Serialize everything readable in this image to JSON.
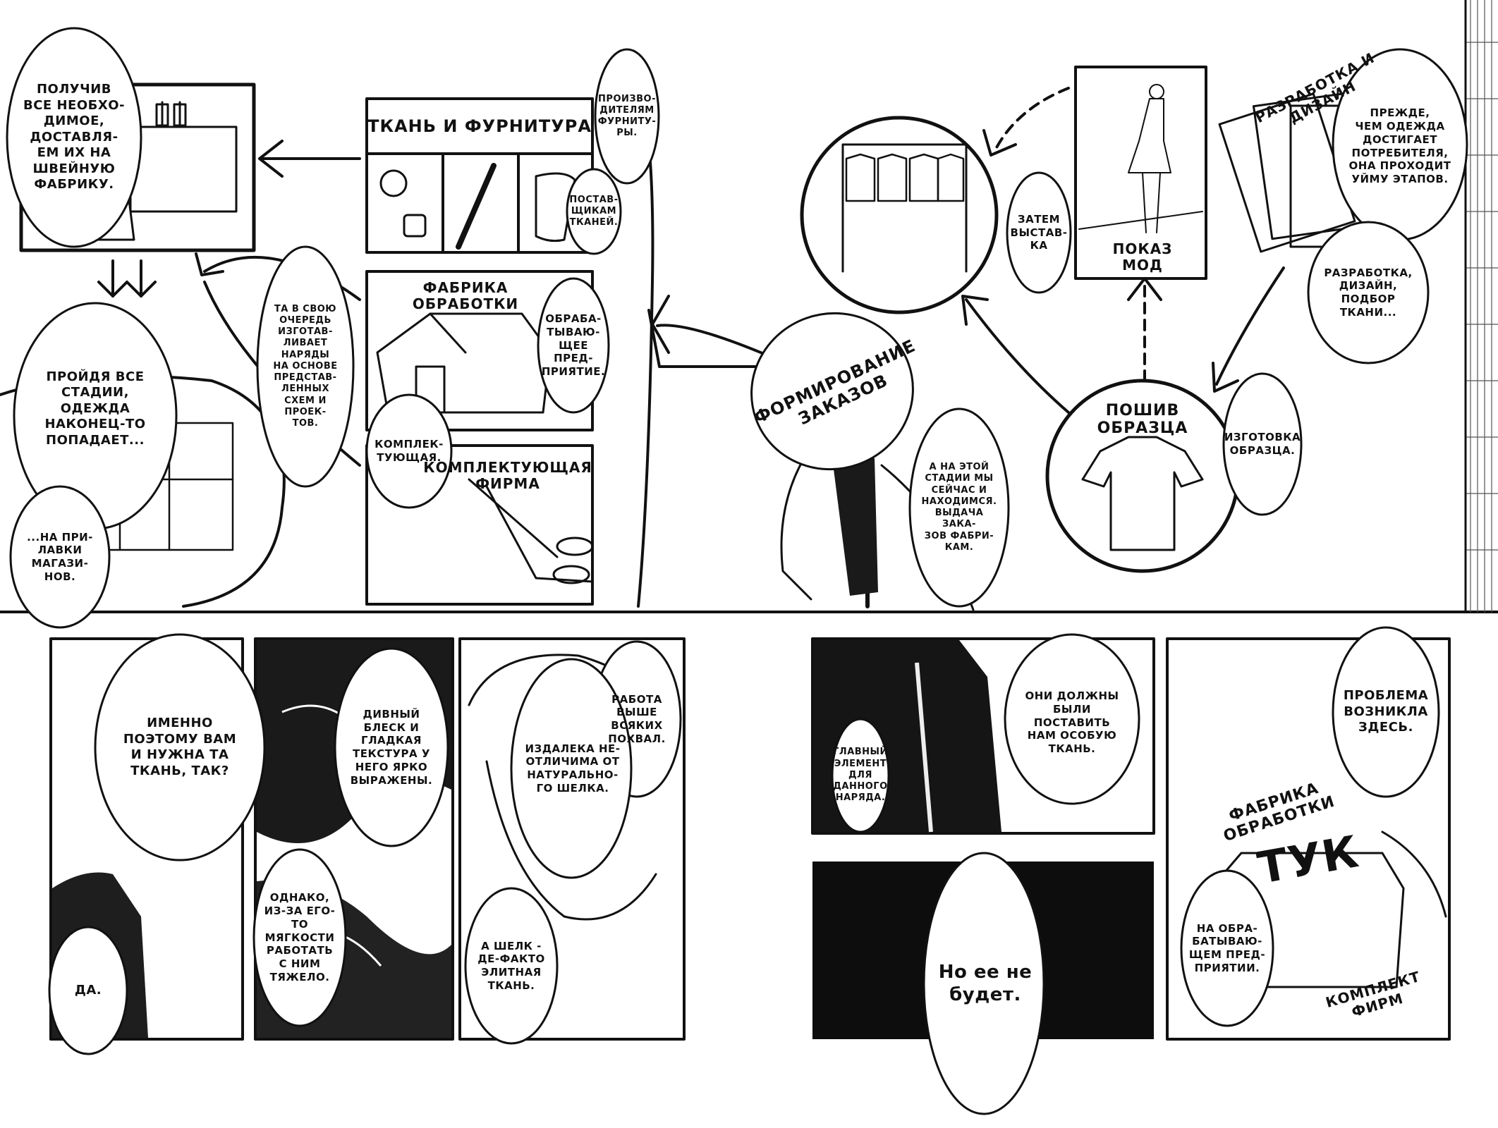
{
  "diagram": {
    "boxes": {
      "fabric_trim": "ТКАНЬ И ФУРНИТУРА",
      "processing_factory": "ФАБРИКА ОБРАБОТКИ",
      "component_firm": "КОМПЛЕКТУЮЩАЯ\nФИРМА",
      "fashion_show": "ПОКАЗ МОД",
      "dev_design": "РАЗРАБОТКА И ДИЗАЙН",
      "order_forming": "ФОРМИРОВАНИЕ\nЗАКАЗОВ",
      "sample_sewing": "ПОШИВ\nОБРАЗЦА"
    },
    "bubbles": {
      "having_received": "ПОЛУЧИВ\nВСЕ НЕОБХО-\nДИМОЕ,\nДОСТАВЛЯ-\nЕМ ИХ НА\nШВЕЙНУЮ\nФАБРИКУ.",
      "manufacturers_trim": "ПРОИЗВО-\nДИТЕЛЯМ\nФУРНИТУ-\nРЫ.",
      "fabric_suppliers": "ПОСТАВ-\nЩИКАМ\nТКАНЕЙ.",
      "passing_stages": "ПРОЙДЯ ВСЕ\nСТАДИИ, ОДЕЖДА\nНАКОНЕЦ-ТО\nПОПАДАЕТ...",
      "on_shelves": "...НА ПРИ-\nЛАВКИ\nМАГАЗИ-\nНОВ.",
      "in_turn": "ТА В СВОЮ\nОЧЕРЕДЬ\nИЗГОТАВ-\nЛИВАЕТ\nНАРЯДЫ\nНА ОСНОВЕ\nПРЕДСТАВ-\nЛЕННЫХ\nСХЕМ И\nПРОЕК-\nТОВ.",
      "processing_enterprise": "ОБРАБА-\nТЫВАЮ-\nЩЕЕ ПРЕД-\nПРИЯТИЕ.",
      "component": "КОМПЛЕК-\nТУЮЩАЯ.",
      "then_exhibition": "ЗАТЕМ\nВЫСТАВ-\nКА",
      "before_clothes": "ПРЕЖДЕ,\nЧЕМ ОДЕЖДА\nДОСТИГАЕТ\nПОТРЕБИТЕЛЯ,\nОНА ПРОХОДИТ\nУЙМУ ЭТАПОВ.",
      "development": "РАЗРАБОТКА,\nДИЗАЙН,\nПОДБОР\nТКАНИ...",
      "this_stage": "А НА ЭТОЙ\nСТАДИИ МЫ\nСЕЙЧАС И\nНАХОДИМСЯ.\nВЫДАЧА ЗАКА-\nЗОВ ФАБРИ-\nКАМ.",
      "sample_making": "ИЗГОТОВКА\nОБРАЗЦА."
    }
  },
  "panels": {
    "p1_bubble": "ИМЕННО\nПОЭТОМУ ВАМ\nИ НУЖНА ТА\nТКАНЬ, ТАК?",
    "p1_reply": "ДА.",
    "p2_top": "ДИВНЫЙ\nБЛЕСК И\nГЛАДКАЯ\nТЕКСТУРА У\nНЕГО ЯРКО\nВЫРАЖЕНЫ.",
    "p2_bottom": "ОДНАКО,\nИЗ-ЗА ЕГО-ТО\nМЯГКОСТИ\nРАБОТАТЬ\nС НИМ\nТЯЖЕЛО.",
    "p3_praise": "РАБОТА\nВЫШЕ\nВСЯКИХ\nПОХВАЛ.",
    "p3_indistinguishable": "ИЗДАЛЕКА НЕ-\nОТЛИЧИМА ОТ\nНАТУРАЛЬНО-\nГО ШЕЛКА.",
    "p3_silk": "А ШЕЛК -\nДЕ-ФАКТО\nЭЛИТНАЯ\nТКАНЬ.",
    "p4_main_element": "ГЛАВНЫЙ\nЭЛЕМЕНТ\nДЛЯ\nДАННОГО\nНАРЯДА.",
    "p4_special_fabric": "ОНИ ДОЛЖНЫ\nБЫЛИ ПОСТАВИТЬ\nНАМ ОСОБУЮ\nТКАНЬ.",
    "p5_problem": "ПРОБЛЕМА\nВОЗНИКЛА\nЗДЕСЬ.",
    "p5_factory_label": "ФАБРИКА ОБРАБОТКИ",
    "p5_sfx": "ТУК",
    "p5_at_processing": "НА ОБРА-\nБАТЫВАЮ-\nЩЕМ ПРЕД-\nПРИЯТИИ.",
    "p5_component_cut": "КОМПЛЕКТ\nФИРМ",
    "p6_wont_be": "Но ее не\nбудет."
  }
}
